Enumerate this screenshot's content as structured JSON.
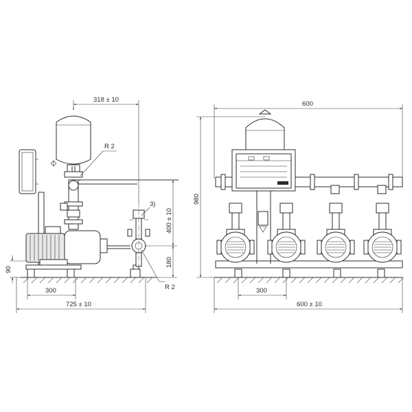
{
  "dimensions": {
    "side": {
      "width_top": "318 ± 10",
      "height_upper": "400 ± 10",
      "height_lower": "180",
      "base_height": "90",
      "base_span": "300",
      "overall_length": "725 ± 10"
    },
    "front": {
      "top_width": "600",
      "overall_height": "980",
      "base_span": "300",
      "overall_width": "600 ± 10"
    }
  },
  "callouts": {
    "connection_upper": "R 2",
    "connection_lower": "R 2",
    "note_ref": "3)"
  }
}
